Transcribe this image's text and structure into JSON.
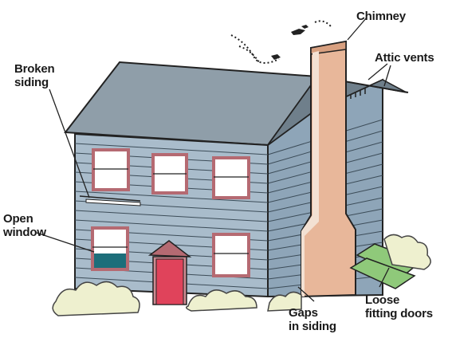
{
  "labels": {
    "chimney": "Chimney",
    "attic_vents": "Attic vents",
    "broken_siding": "Broken\nsiding",
    "open_window": "Open\nwindow",
    "gaps_in_siding": "Gaps\nin siding",
    "loose_fitting_doors": "Loose\nfitting doors"
  },
  "colors": {
    "siding_front": "#a9bccb",
    "siding_side": "#8ea5b8",
    "roof": "#8f9ea9",
    "chimney": "#e8b79a",
    "door": "#e0435b",
    "window_frame": "#b56a72",
    "shrub": "#eef0cf",
    "step": "#8fc97a"
  }
}
